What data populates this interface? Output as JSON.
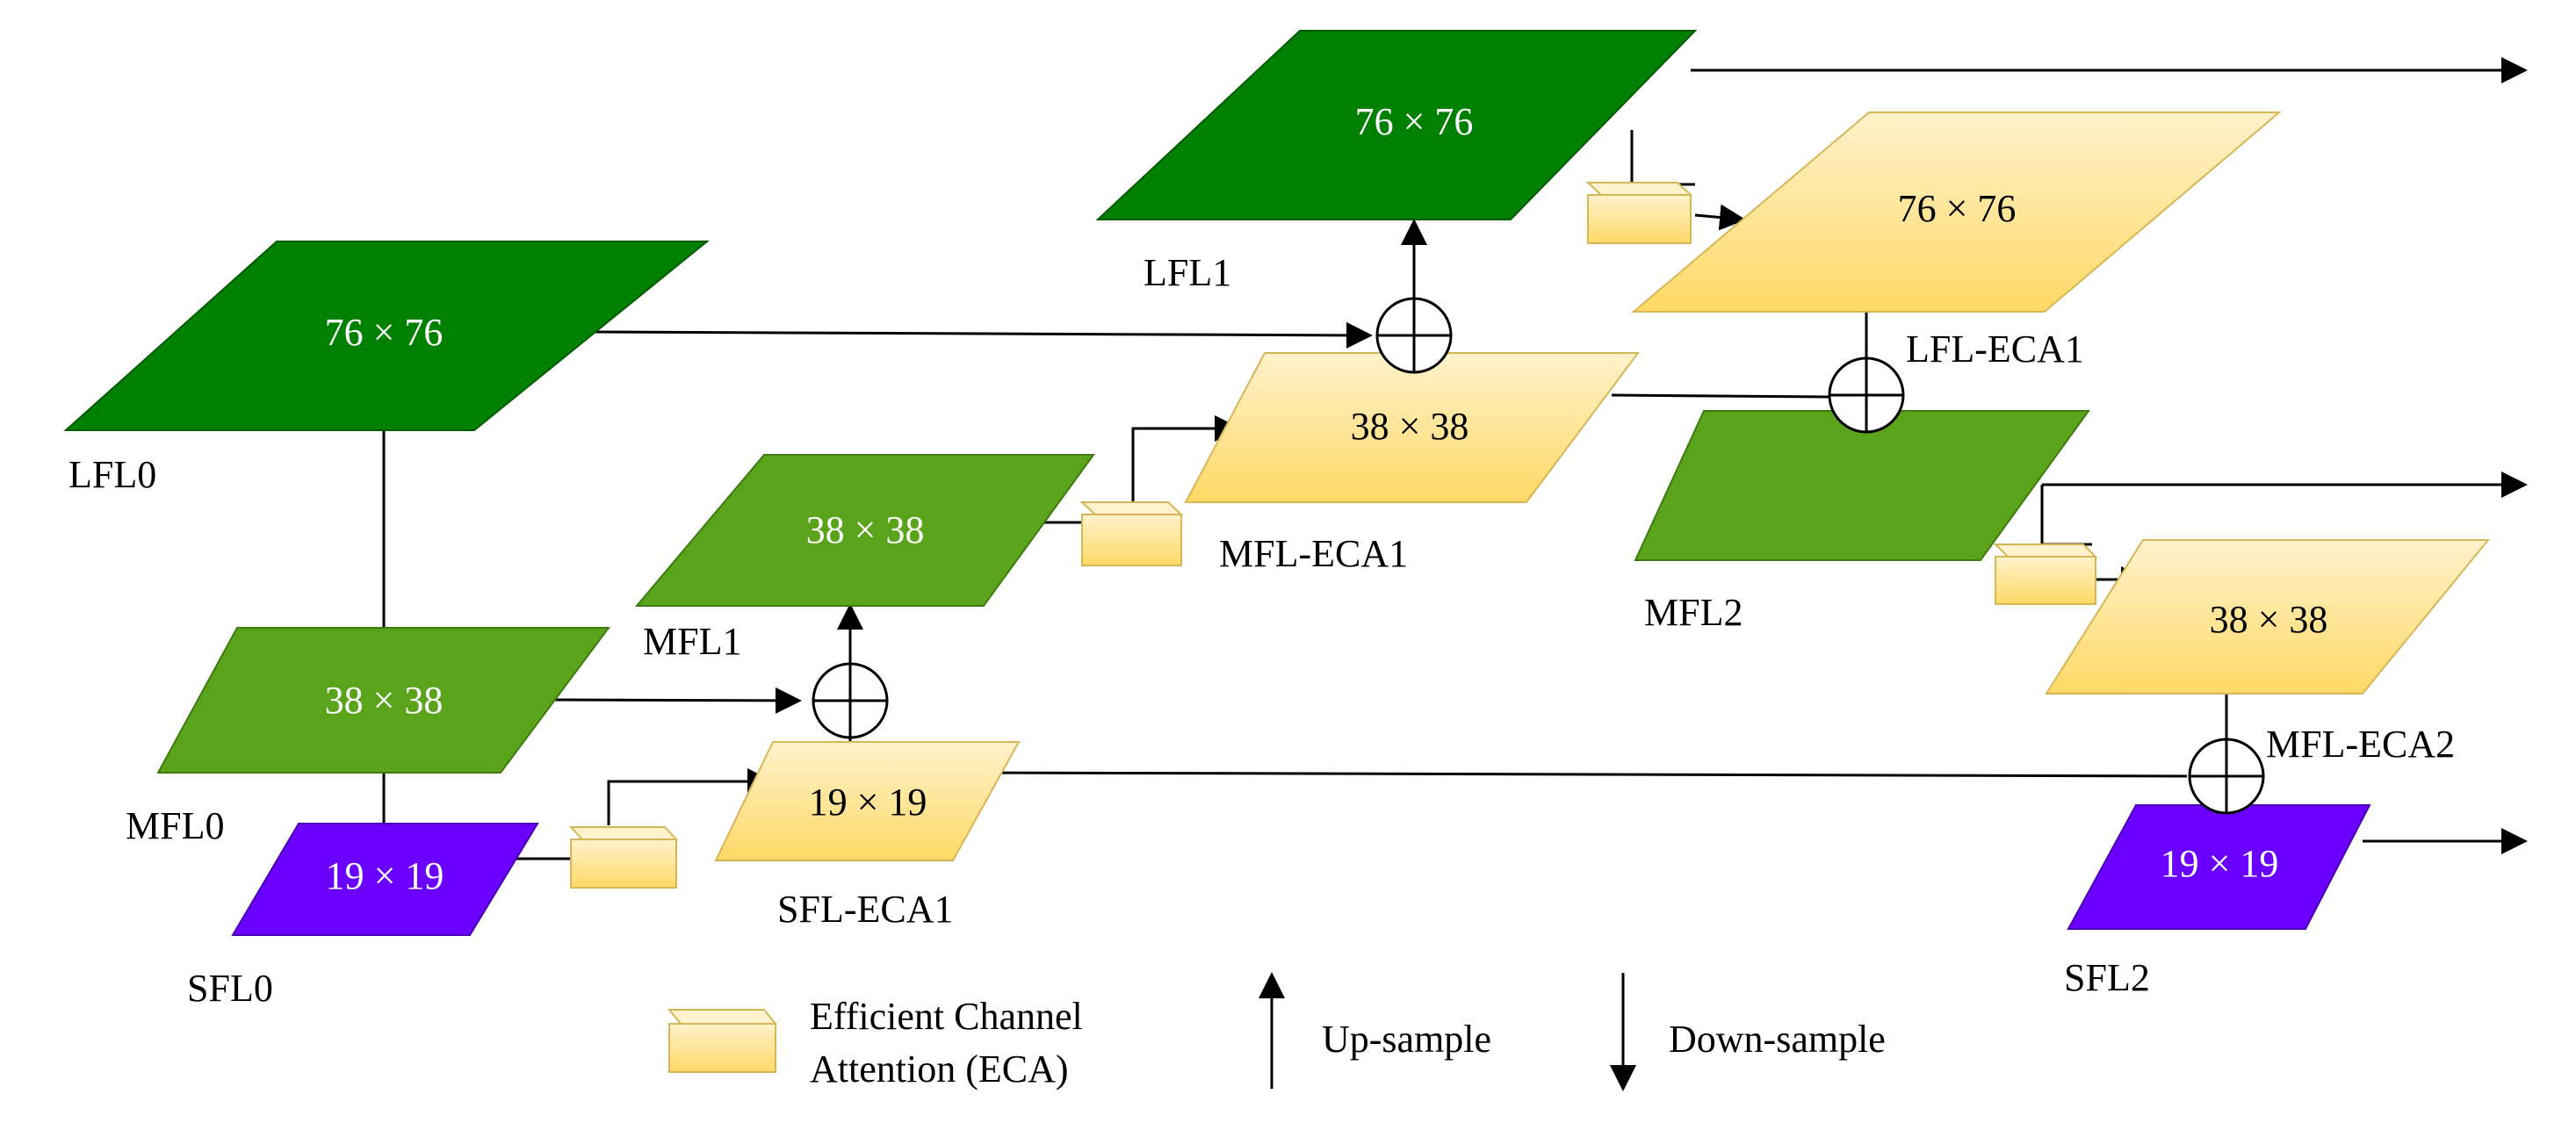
{
  "colors": {
    "dark_green": "#008000",
    "medium_green": "#5aa41c",
    "purple": "#6a00ff",
    "eca_yellow": "#ffd966",
    "eca_yellow_light": "#fff2cc",
    "eca_border": "#d6b656",
    "line": "#000000"
  },
  "nodes": {
    "lfl0": {
      "name": "LFL0",
      "size": "76 × 76"
    },
    "mfl0": {
      "name": "MFL0",
      "size": "38 × 38"
    },
    "sfl0": {
      "name": "SFL0",
      "size": "19 × 19"
    },
    "mfl1": {
      "name": "MFL1",
      "size": "38 × 38"
    },
    "sfl_eca1": {
      "name": "SFL-ECA1",
      "size": "19 × 19"
    },
    "mfl_eca1": {
      "name": "MFL-ECA1",
      "size": "38 × 38"
    },
    "lfl1": {
      "name": "LFL1",
      "size": "76 × 76"
    },
    "lfl_eca1": {
      "name": "LFL-ECA1",
      "size": "76 × 76"
    },
    "mfl2": {
      "name": "MFL2"
    },
    "mfl_eca2": {
      "name": "MFL-ECA2",
      "size": "38 × 38"
    },
    "sfl2": {
      "name": "SFL2",
      "size": "19 × 19"
    }
  },
  "legend": {
    "eca_line1": "Efficient Channel",
    "eca_line2": "Attention (ECA)",
    "upsample": "Up-sample",
    "downsample": "Down-sample"
  }
}
